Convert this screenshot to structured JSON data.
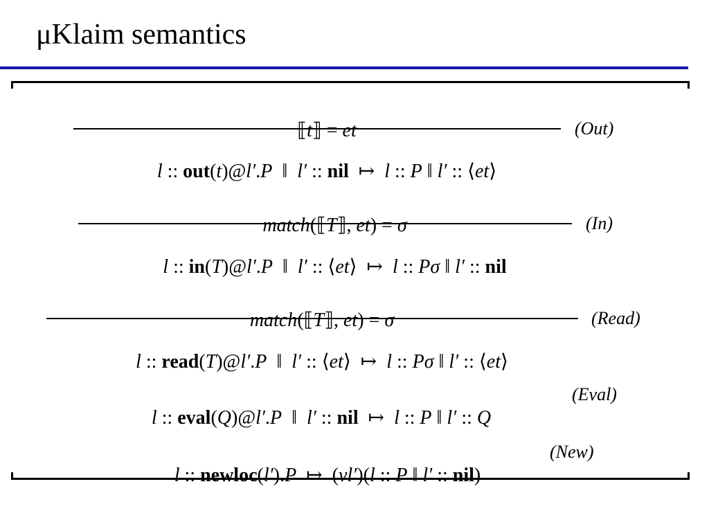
{
  "title": "μKlaim semantics",
  "colors": {
    "title_rule": "#1414a8",
    "frame": "#000000"
  },
  "rules": {
    "out": {
      "label": "(Out)",
      "premise": {
        "lb": "⟦",
        "t": "t",
        "rb": "⟧",
        "eq": " = ",
        "et": "et"
      },
      "conclusion": {
        "l1": "l",
        "dc1": " :: ",
        "op": "out",
        "p1": "(",
        "arg": "t",
        "p2": ")@",
        "l2": "l′",
        "dot": ".",
        "P": "P",
        "par": "  ‖  ",
        "l3": "l′",
        "dc2": " :: ",
        "res": "nil",
        "arrow": "  ↦  ",
        "l4": "l",
        "dc3": " :: ",
        "P2": "P",
        "par2": " ‖ ",
        "l5": "l′",
        "dc4": " :: ",
        "lang": "⟨",
        "et": "et",
        "rang": "⟩"
      }
    },
    "in": {
      "label": "(In)",
      "premise": {
        "fn": "match",
        "p1": "(",
        "lb": "⟦",
        "T": "T",
        "rb": "⟧",
        "comma": ", ",
        "et": "et",
        "p2": ")",
        "eq": " = ",
        "sigma": "σ"
      },
      "conclusion": {
        "l1": "l",
        "dc1": " :: ",
        "op": "in",
        "p1": "(",
        "arg": "T",
        "p2": ")@",
        "l2": "l′",
        "dot": ".",
        "P": "P",
        "par": "  ‖  ",
        "l3": "l′",
        "dc2": " :: ",
        "lang": "⟨",
        "et": "et",
        "rang": "⟩",
        "arrow": "  ↦  ",
        "l4": "l",
        "dc3": " :: ",
        "Ps": "Pσ",
        "par2": " ‖ ",
        "l5": "l′",
        "dc4": " :: ",
        "res": "nil"
      }
    },
    "read": {
      "label": "(Read)",
      "premise": {
        "fn": "match",
        "p1": "(",
        "lb": "⟦",
        "T": "T",
        "rb": "⟧",
        "comma": ", ",
        "et": "et",
        "p2": ")",
        "eq": " = ",
        "sigma": "σ"
      },
      "conclusion": {
        "l1": "l",
        "dc1": " :: ",
        "op": "read",
        "p1": "(",
        "arg": "T",
        "p2": ")@",
        "l2": "l′",
        "dot": ".",
        "P": "P",
        "par": "  ‖  ",
        "l3": "l′",
        "dc2": " :: ",
        "lang": "⟨",
        "et": "et",
        "rang": "⟩",
        "arrow": "  ↦  ",
        "l4": "l",
        "dc3": " :: ",
        "Ps": "Pσ",
        "par2": " ‖ ",
        "l5": "l′",
        "dc4": " :: ",
        "lang2": "⟨",
        "et2": "et",
        "rang2": "⟩"
      }
    },
    "eval": {
      "label": "(Eval)",
      "conclusion": {
        "l1": "l",
        "dc1": " :: ",
        "op": "eval",
        "p1": "(",
        "arg": "Q",
        "p2": ")@",
        "l2": "l′",
        "dot": ".",
        "P": "P",
        "par": "  ‖  ",
        "l3": "l′",
        "dc2": " :: ",
        "res": "nil",
        "arrow": "  ↦  ",
        "l4": "l",
        "dc3": " :: ",
        "P2": "P",
        "par2": " ‖ ",
        "l5": "l′",
        "dc4": " :: ",
        "Q": "Q"
      }
    },
    "new": {
      "label": "(New)",
      "conclusion": {
        "l1": "l",
        "dc1": " :: ",
        "op": "newloc",
        "p1": "(",
        "arg": "l′",
        "p2": ").",
        "P": "P",
        "arrow": "  ↦  ",
        "p3": "(",
        "nu": "νl′",
        "p4": ")(",
        "l4": "l",
        "dc3": " :: ",
        "P2": "P",
        "par2": " ‖ ",
        "l5": "l′",
        "dc4": " :: ",
        "res": "nil",
        "p5": ")"
      }
    }
  }
}
